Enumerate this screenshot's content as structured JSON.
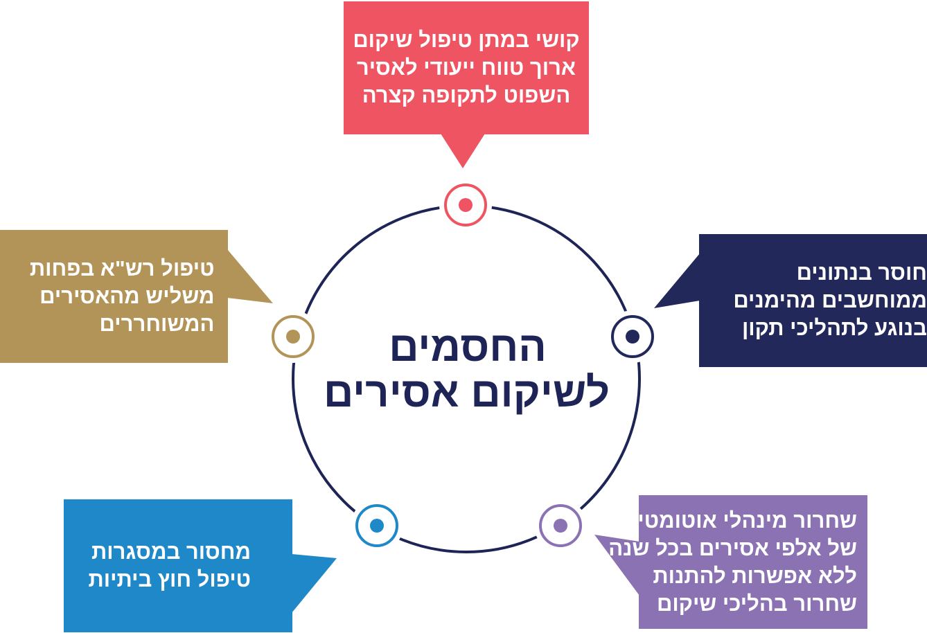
{
  "title": {
    "line1": "החסמים",
    "line2": "לשיקום אסירים"
  },
  "colors": {
    "ring": "#1e2556",
    "red": "#ef5462",
    "navy": "#22285a",
    "gold": "#b39458",
    "purple": "#8b72b3",
    "blue": "#1e88c9"
  },
  "boxes": {
    "top": {
      "line1": "קושי במתן טיפול שיקום",
      "line2": "ארוך טווח ייעודי לאסיר",
      "line3": "השפוט לתקופה קצרה"
    },
    "right": {
      "line1": "חוסר בנתונים",
      "line2": "ממוחשבים מהימנים",
      "line3": "בנוגע לתהליכי תקון"
    },
    "left": {
      "line1": "טיפול רש\"א בפחות",
      "line2": "משליש מהאסירים",
      "line3": "המשוחררים"
    },
    "bottom_right": {
      "line1": "שחרור מינהלי אוטומטי",
      "line2": "של אלפי אסירים בכל שנה",
      "line3": "ללא אפשרות להתנות",
      "line4": "שחרור בהליכי שיקום"
    },
    "bottom_left": {
      "line1": "מחסור במסגרות",
      "line2": "טיפול חוץ ביתיות"
    }
  }
}
